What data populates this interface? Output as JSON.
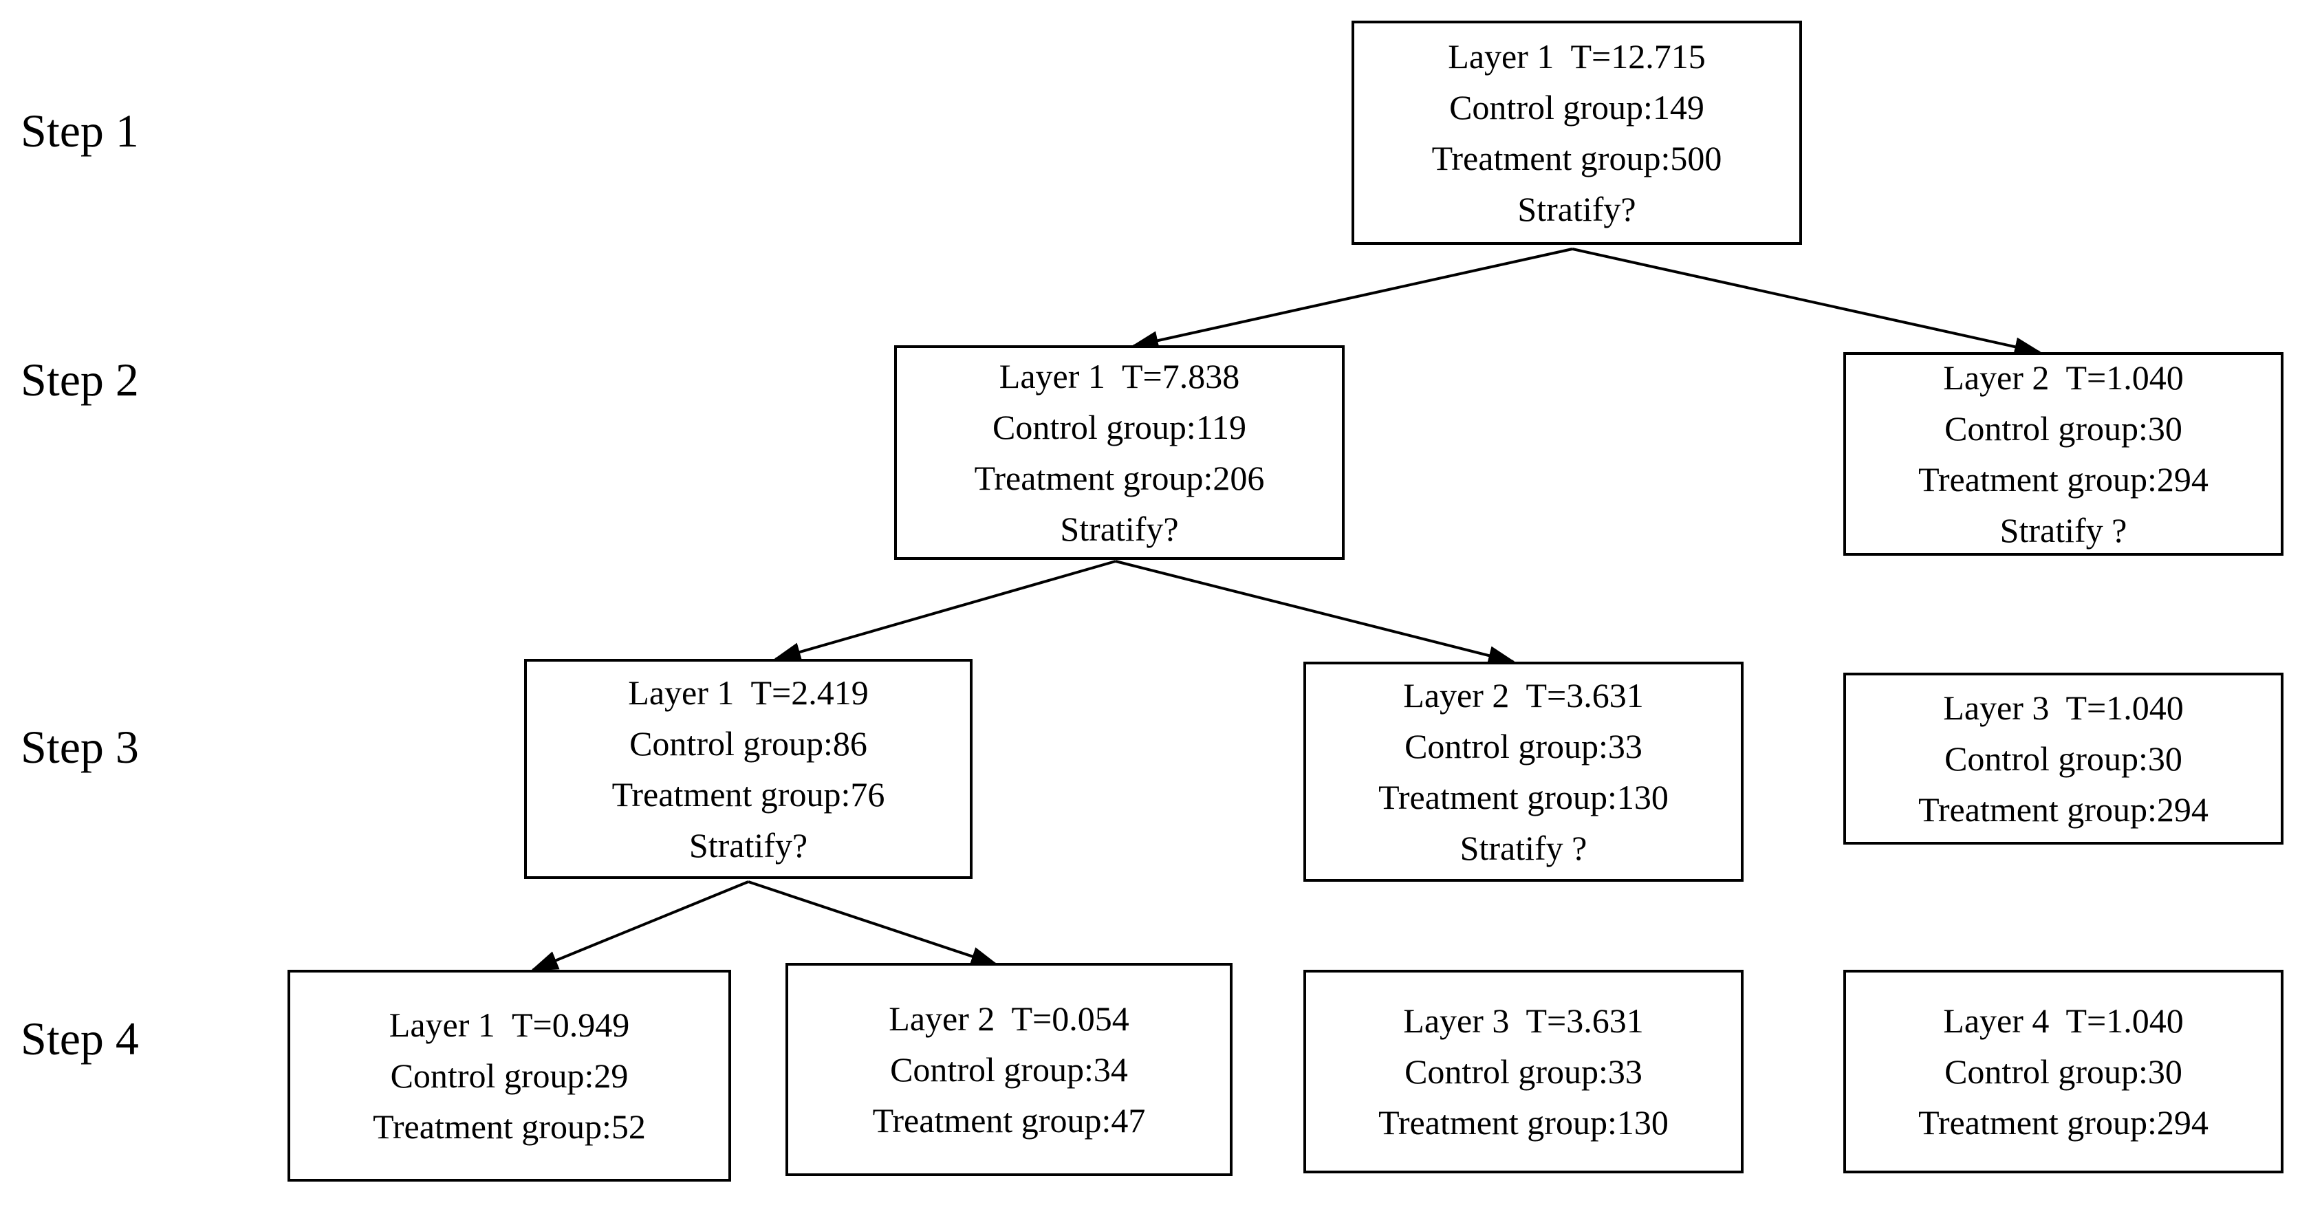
{
  "diagram": {
    "title_implicit": "Stratification tree",
    "colors": {
      "background": "#ffffff",
      "line": "#000000",
      "text": "#000000"
    },
    "steps": [
      {
        "label": "Step 1"
      },
      {
        "label": "Step 2"
      },
      {
        "label": "Step 3"
      },
      {
        "label": "Step 4"
      }
    ],
    "nodes": [
      {
        "id": "step1-layer1",
        "lines": [
          "Layer 1  T=12.715",
          "Control group:149",
          "Treatment group:500",
          "Stratify?"
        ]
      },
      {
        "id": "step2-layer1",
        "lines": [
          "Layer 1  T=7.838",
          "Control group:119",
          "Treatment group:206",
          "Stratify?"
        ]
      },
      {
        "id": "step2-layer2",
        "lines": [
          "Layer 2  T=1.040",
          "Control group:30",
          "Treatment group:294",
          "Stratify ?"
        ]
      },
      {
        "id": "step3-layer1",
        "lines": [
          "Layer 1  T=2.419",
          "Control group:86",
          "Treatment group:76",
          "Stratify?"
        ]
      },
      {
        "id": "step3-layer2",
        "lines": [
          "Layer 2  T=3.631",
          "Control group:33",
          "Treatment group:130",
          "Stratify ?"
        ]
      },
      {
        "id": "step3-layer3",
        "lines": [
          "Layer 3  T=1.040",
          "Control group:30",
          "Treatment group:294"
        ]
      },
      {
        "id": "step4-layer1",
        "lines": [
          "Layer 1  T=0.949",
          "Control group:29",
          "Treatment group:52"
        ]
      },
      {
        "id": "step4-layer2",
        "lines": [
          "Layer 2  T=0.054",
          "Control group:34",
          "Treatment group:47"
        ]
      },
      {
        "id": "step4-layer3",
        "lines": [
          "Layer 3  T=3.631",
          "Control group:33",
          "Treatment group:130"
        ]
      },
      {
        "id": "step4-layer4",
        "lines": [
          "Layer 4  T=1.040",
          "Control group:30",
          "Treatment group:294"
        ]
      }
    ]
  }
}
